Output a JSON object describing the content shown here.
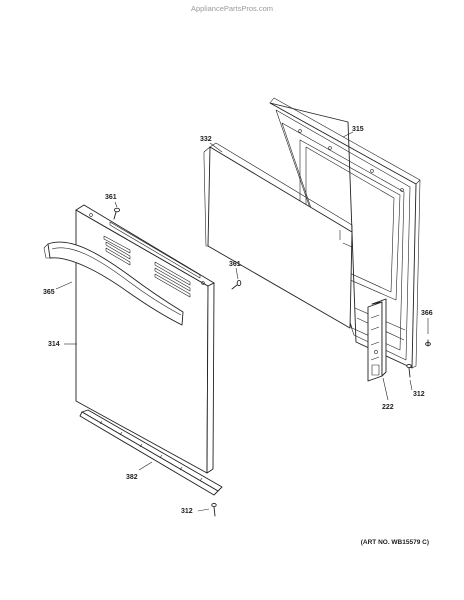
{
  "watermark": "AppliancePartsPros.com",
  "art_number": "(ART NO. WB15579 C)",
  "parts": [
    {
      "id": "315",
      "name": "inner door frame"
    },
    {
      "id": "332",
      "name": "insulation panel"
    },
    {
      "id": "361",
      "name": "screw top"
    },
    {
      "id": "361",
      "name": "screw middle"
    },
    {
      "id": "365",
      "name": "door handle"
    },
    {
      "id": "314",
      "name": "outer door panel"
    },
    {
      "id": "366",
      "name": "screw right"
    },
    {
      "id": "312",
      "name": "screw right lower"
    },
    {
      "id": "222",
      "name": "door hinge"
    },
    {
      "id": "382",
      "name": "bottom trim"
    },
    {
      "id": "312",
      "name": "screw bottom"
    }
  ]
}
